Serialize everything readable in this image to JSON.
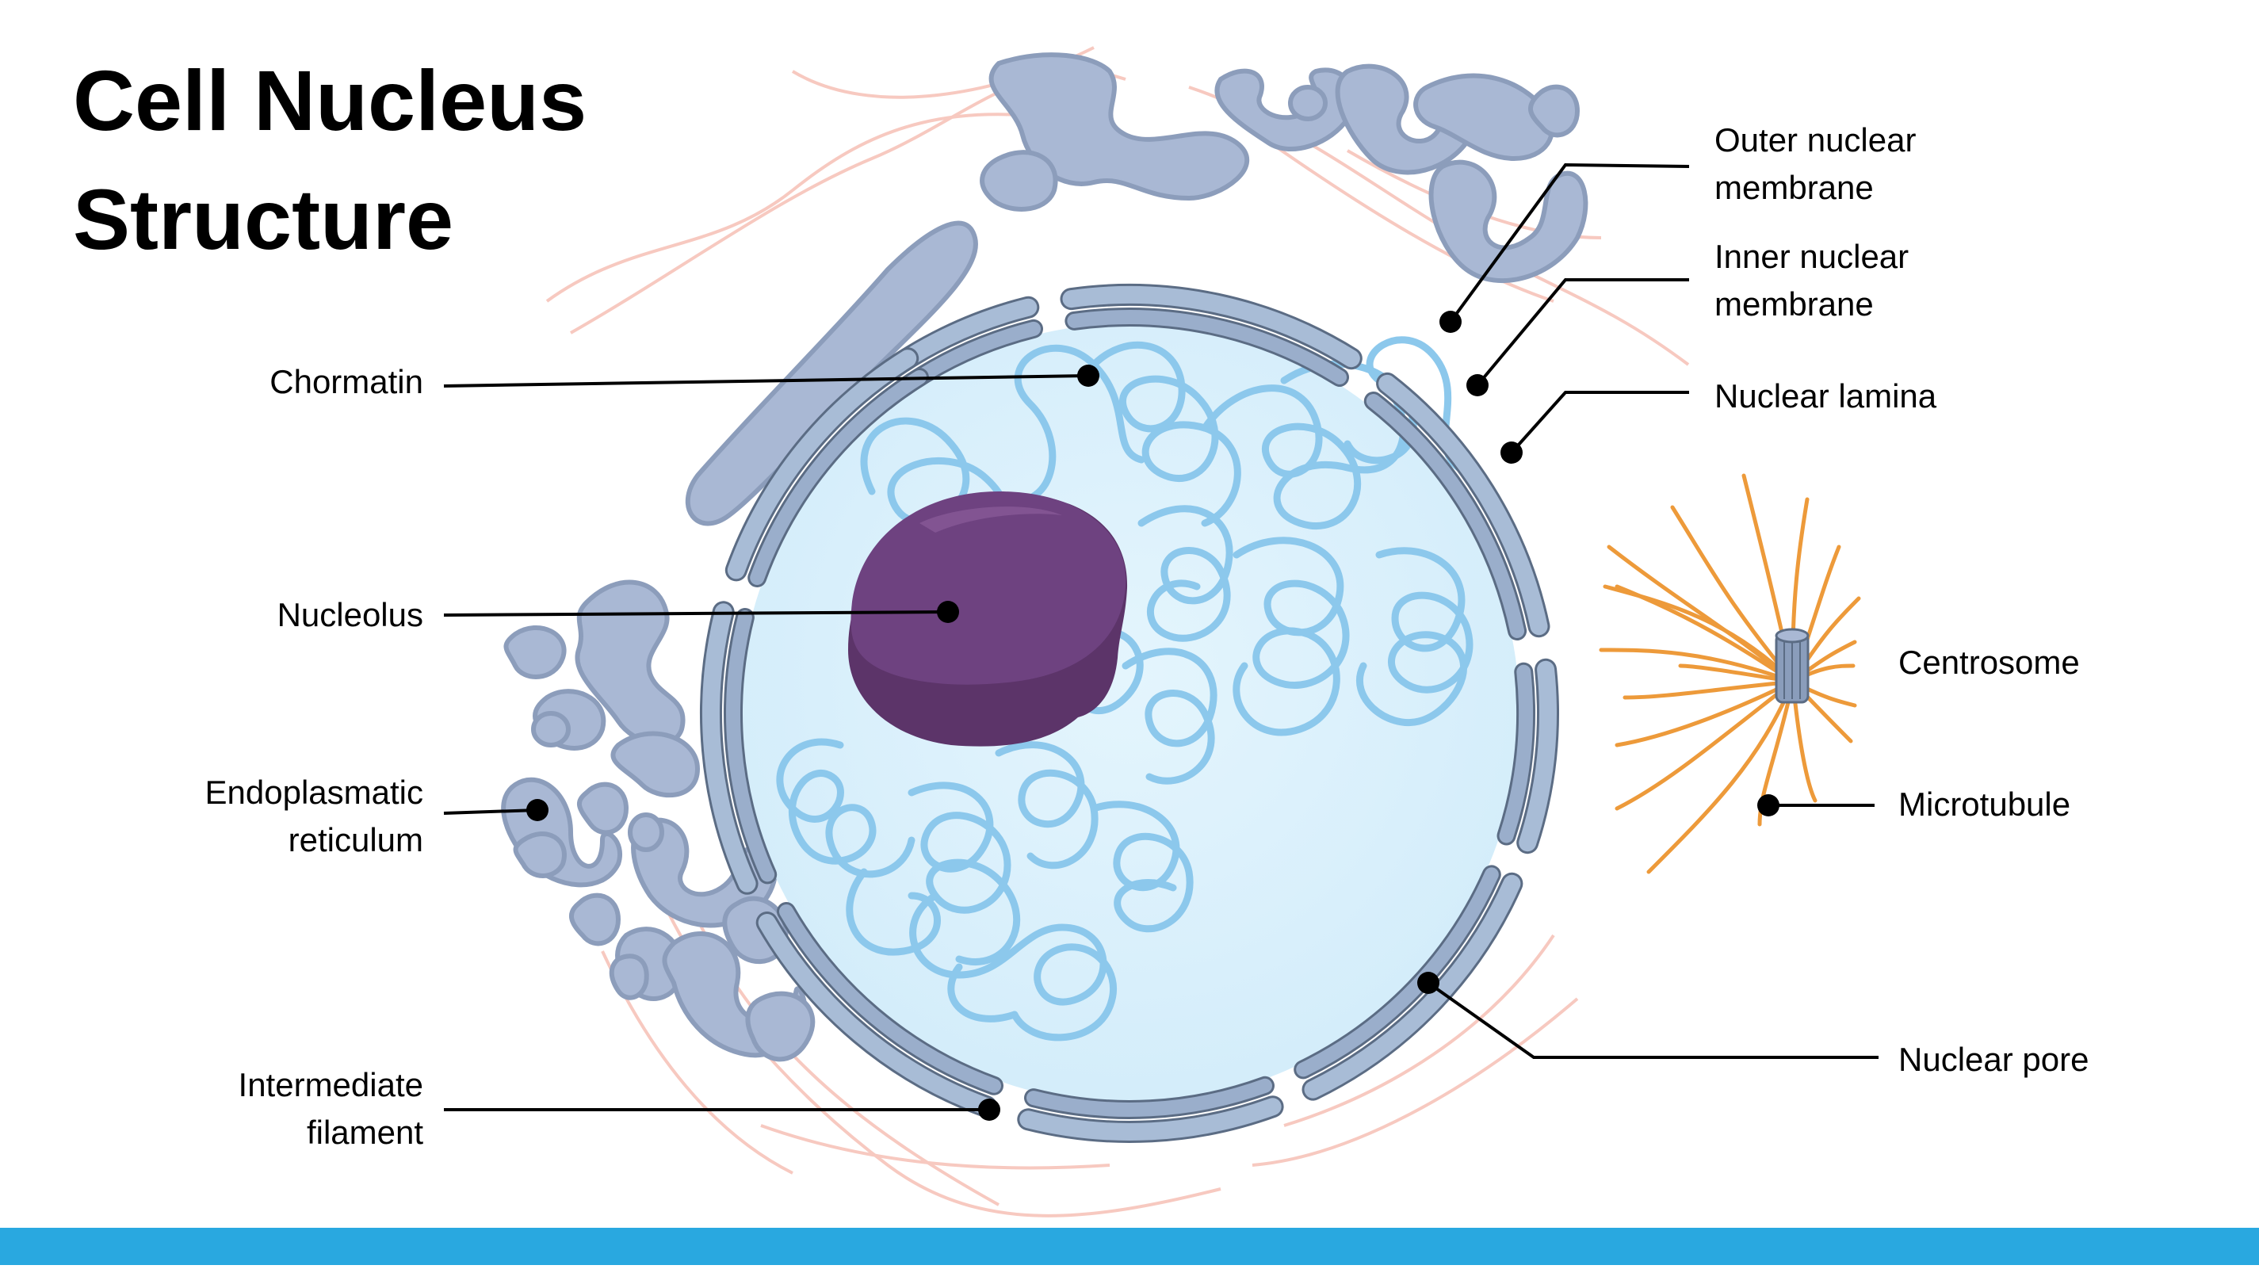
{
  "title": {
    "line1": "Cell Nucleus",
    "line2": "Structure"
  },
  "labels": {
    "chromatin": "Chormatin",
    "nucleolus": "Nucleolus",
    "er_line1": "Endoplasmatic",
    "er_line2": "reticulum",
    "filament_line1": "Intermediate",
    "filament_line2": "filament",
    "outer_line1": "Outer nuclear",
    "outer_line2": "membrane",
    "inner_line1": "Inner nuclear",
    "inner_line2": "membrane",
    "lamina": "Nuclear lamina",
    "centrosome": "Centrosome",
    "microtubule": "Microtubule",
    "pore": "Nuclear pore"
  },
  "colors": {
    "nucleoplasm": "#dcf1fc",
    "membrane": "#a8bcd6",
    "membrane_stroke": "#5b6c84",
    "chromatin": "#8cc8ec",
    "nucleolus": "#6e3f7e",
    "er": "#a9b8d4",
    "filament": "#f7c9c0",
    "microtubule": "#ed9a3a",
    "accent_bar": "#29a8e0"
  }
}
